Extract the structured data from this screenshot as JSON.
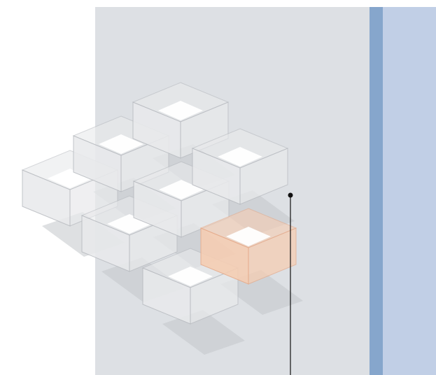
{
  "figure": {
    "panels": {
      "grey_color": "#dde0e4",
      "stripe_color": "#86a6cc",
      "blue_color": "#c1cfe6"
    },
    "cubes": [
      {
        "id": "cube-1",
        "highlighted": false
      },
      {
        "id": "cube-2",
        "highlighted": false
      },
      {
        "id": "cube-3",
        "highlighted": false
      },
      {
        "id": "cube-4",
        "highlighted": false
      },
      {
        "id": "cube-5",
        "highlighted": false
      },
      {
        "id": "cube-6",
        "highlighted": false
      },
      {
        "id": "cube-7",
        "highlighted": false
      },
      {
        "id": "cube-8",
        "highlighted": true
      }
    ],
    "cube_colors": {
      "normal_fill": "#e9eaec",
      "normal_edge": "#b9bcc1",
      "highlight_fill": "#f6cdb2",
      "highlight_edge": "#e6a988",
      "shadow": "#c3c6cb",
      "hole": "#ffffff"
    },
    "callout": {
      "color": "#111111"
    }
  }
}
